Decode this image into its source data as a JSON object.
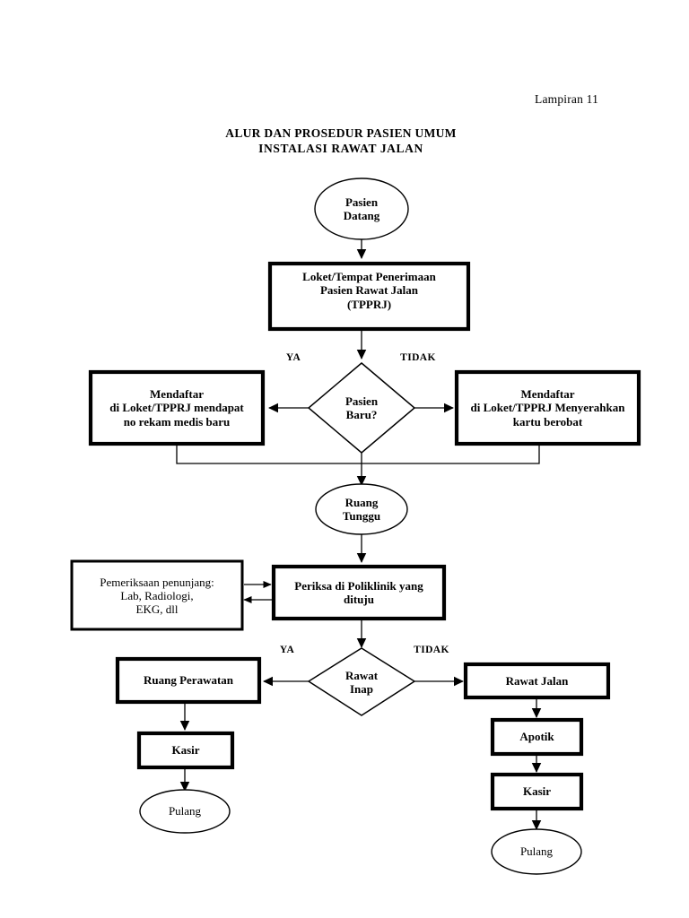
{
  "document": {
    "annotation": "Lampiran 11",
    "title_line1": "ALUR DAN PROSEDUR PASIEN UMUM",
    "title_line2": "INSTALASI RAWAT JALAN"
  },
  "flow": {
    "start": {
      "shape": "ellipse",
      "line1": "Pasien",
      "line2": "Datang"
    },
    "reception": {
      "shape": "process",
      "line1": "Loket/Tempat Penerimaan",
      "line2": "Pasien Rawat Jalan",
      "line3": "(TPPRJ)"
    },
    "decision_new_patient": {
      "shape": "decision",
      "line1": "Pasien",
      "line2": "Baru?",
      "yes_label": "YA",
      "no_label": "TIDAK"
    },
    "register_new": {
      "shape": "process",
      "line1": "Mendaftar",
      "line2": "di Loket/TPPRJ mendapat",
      "line3": "no rekam medis baru"
    },
    "register_existing": {
      "shape": "process",
      "line1": "Mendaftar",
      "line2": "di Loket/TPPRJ Menyerahkan",
      "line3": "kartu berobat"
    },
    "waiting_room": {
      "shape": "ellipse",
      "line1": "Ruang",
      "line2": "Tunggu"
    },
    "support_exams": {
      "shape": "process",
      "line1": "Pemeriksaan penunjang:",
      "line2": "Lab, Radiologi,",
      "line3": "EKG, dll"
    },
    "polyclinic": {
      "shape": "process",
      "line1": "Periksa di Poliklinik yang",
      "line2": "dituju"
    },
    "decision_inpatient": {
      "shape": "decision",
      "line1": "Rawat",
      "line2": "Inap",
      "yes_label": "YA",
      "no_label": "TIDAK"
    },
    "inpatient_room": {
      "shape": "process",
      "line1": "Ruang Perawatan"
    },
    "cashier_left": {
      "shape": "process",
      "line1": "Kasir"
    },
    "home_left": {
      "shape": "ellipse",
      "line1": "Pulang"
    },
    "outpatient": {
      "shape": "process",
      "line1": "Rawat Jalan"
    },
    "pharmacy": {
      "shape": "process",
      "line1": "Apotik"
    },
    "cashier_right": {
      "shape": "process",
      "line1": "Kasir"
    },
    "home_right": {
      "shape": "ellipse",
      "line1": "Pulang"
    }
  },
  "colors": {
    "stroke": "#000000",
    "background": "#ffffff",
    "text": "#000000"
  }
}
